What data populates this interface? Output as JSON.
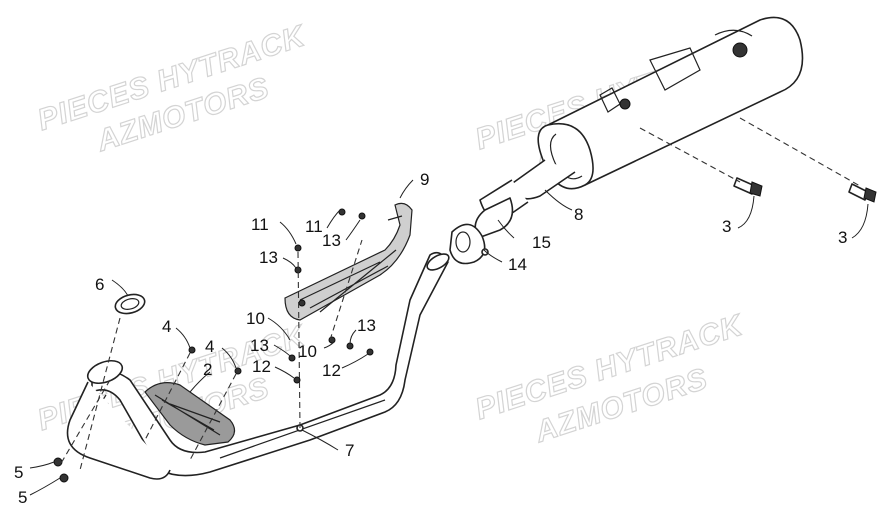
{
  "watermarks": [
    {
      "line1": "PIECES HYTRACK",
      "line2": "AZMOTORS"
    },
    {
      "line1": "PIECES HYTRACK",
      "line2": "AZMOTORS"
    },
    {
      "line1": "PIECES HYTRACK",
      "line2": "AZMOTORS"
    },
    {
      "line1": "PIECES HYTRACK",
      "line2": "AZMOTORS"
    }
  ],
  "callouts": {
    "c1": "2",
    "c2": "3",
    "c3": "3",
    "c4": "4",
    "c5": "4",
    "c6": "5",
    "c7": "5",
    "c8": "6",
    "c9": "7",
    "c10": "8",
    "c11": "9",
    "c12": "10",
    "c13": "10",
    "c14": "11",
    "c15": "11",
    "c16": "12",
    "c17": "12",
    "c18": "13",
    "c19": "13",
    "c20": "13",
    "c21": "13",
    "c22": "14",
    "c23": "15"
  }
}
